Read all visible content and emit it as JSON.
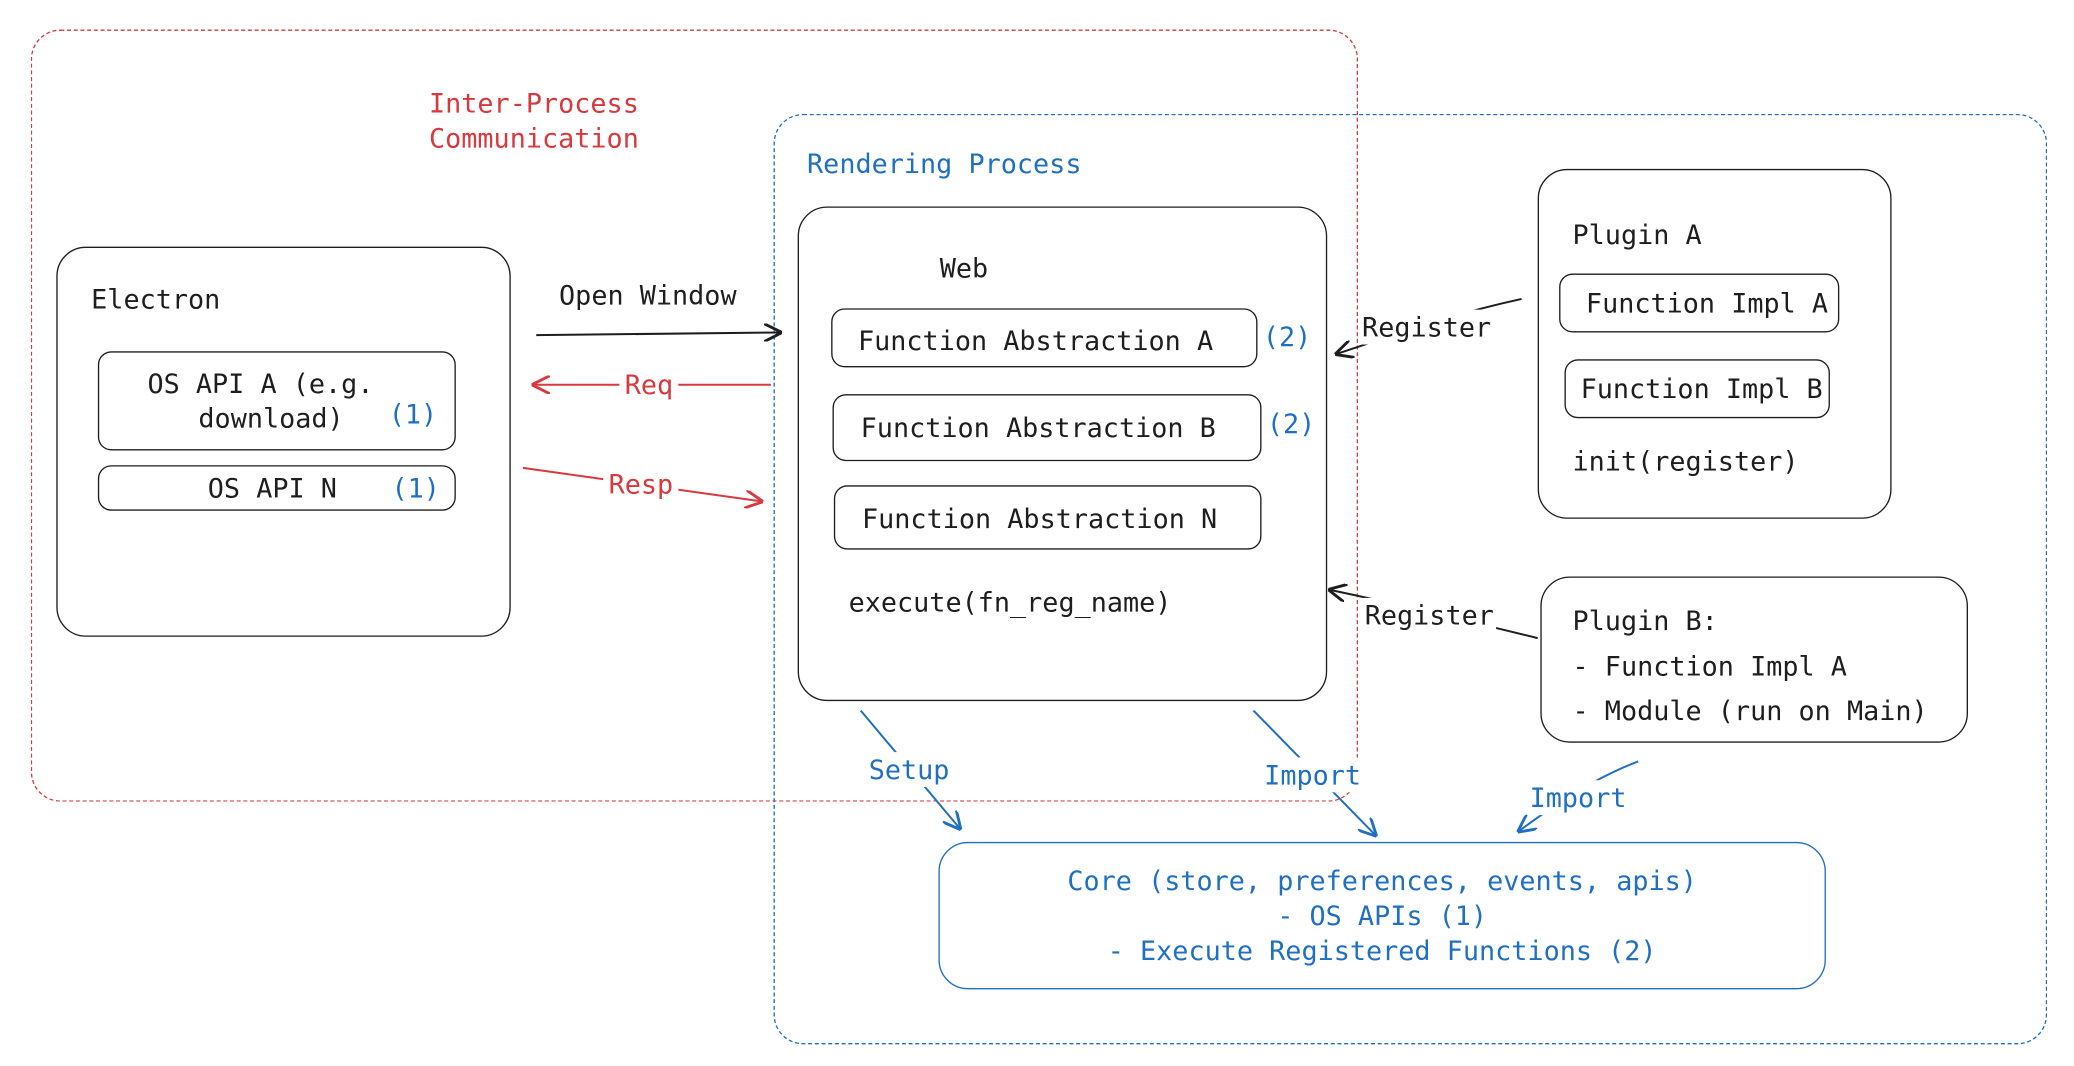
{
  "regions": {
    "ipc": {
      "label_line1": "Inter-Process",
      "label_line2": "Communication",
      "color": "#d9383d"
    },
    "rendering": {
      "label": "Rendering Process",
      "color": "#1f6fc2"
    }
  },
  "electron": {
    "title": "Electron",
    "os_api_a_line1": "OS API A (e.g.",
    "os_api_a_line2": "download)",
    "os_api_a_ref": "(1)",
    "os_api_n": "OS API N",
    "os_api_n_ref": "(1)"
  },
  "web": {
    "title": "Web",
    "fn_a": "Function Abstraction A",
    "fn_a_ref": "(2)",
    "fn_b": "Function Abstraction B",
    "fn_b_ref": "(2)",
    "fn_n": "Function Abstraction N",
    "execute": "execute(fn_reg_name)"
  },
  "plugin_a": {
    "title": "Plugin A",
    "impl_a": "Function Impl A",
    "impl_b": "Function Impl B",
    "init": "init(register)"
  },
  "plugin_b": {
    "line1": "Plugin B:",
    "line2": "- Function Impl A",
    "line3": "- Module (run on Main)"
  },
  "core": {
    "line1": "Core (store, preferences, events, apis)",
    "line2": "- OS APIs (1)",
    "line3": "- Execute Registered Functions (2)"
  },
  "edges": {
    "open_window": "Open Window",
    "req": "Req",
    "resp": "Resp",
    "register_a": "Register",
    "register_b": "Register",
    "setup": "Setup",
    "import_web": "Import",
    "import_plugin": "Import"
  },
  "colors": {
    "ink": "#1e1e1e",
    "red": "#d9383d",
    "blue": "#1f6fc2"
  }
}
